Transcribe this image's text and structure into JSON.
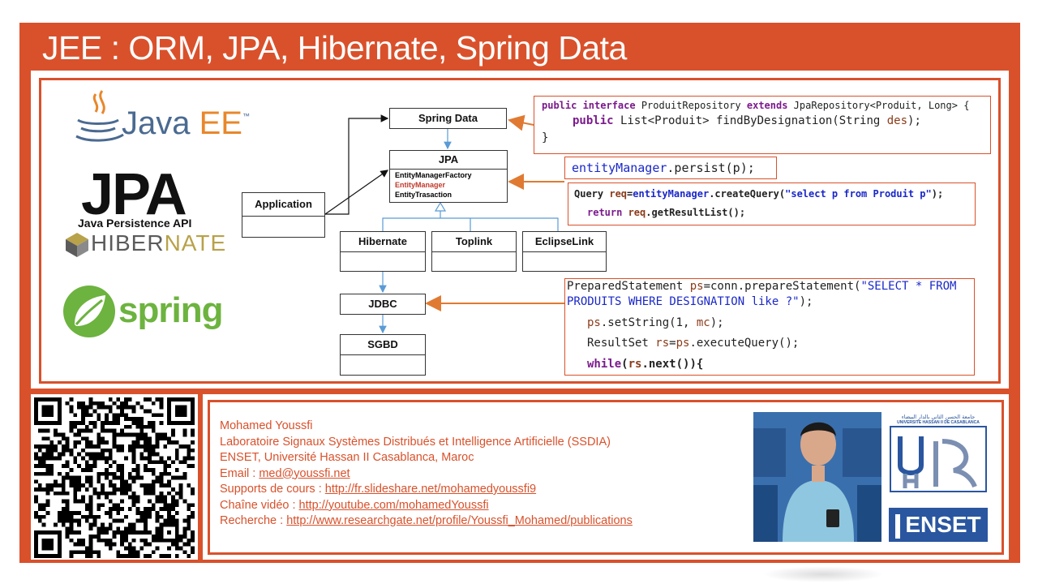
{
  "slide": {
    "title": "JEE : ORM, JPA, Hibernate, Spring Data"
  },
  "logos": {
    "java": {
      "prefix": "Java",
      "suffix": "EE",
      "tm": "™"
    },
    "jpa": {
      "big": "JPA",
      "sub": "Java Persistence API"
    },
    "hibernate": {
      "prefix": "HIBER",
      "suffix": "NATE"
    },
    "spring": {
      "text": "spring"
    }
  },
  "diagram": {
    "application": "Application",
    "spring_data": "Spring Data",
    "jpa": {
      "title": "JPA",
      "items": [
        "EntityManagerFactory",
        "EntityManager",
        "EntityTrasaction"
      ]
    },
    "hibernate": "Hibernate",
    "toplink": "Toplink",
    "eclipselink": "EclipseLink",
    "jdbc": "JDBC",
    "sgbd": "SGBD"
  },
  "code": {
    "repo": {
      "l1_kw1": "public interface",
      "l1_name": " ProduitRepository ",
      "l1_kw2": "extends",
      "l1_rest": " JpaRepository<Produit, Long> {",
      "l2_kw": "public",
      "l2_rest": " List<Produit> findByDesignation(String ",
      "l2_var": "des",
      "l2_end": ");",
      "l3": "}"
    },
    "persist": {
      "obj": "entityManager",
      "rest": ".persist(p);"
    },
    "query": {
      "l1_a": "Query ",
      "l1_var": "req",
      "l1_b": "=",
      "l1_obj": "entityManager",
      "l1_c": ".createQuery(",
      "l1_str": "\"select p from Produit p\"",
      "l1_d": ");",
      "l2_kw": "return",
      "l2_var": " req",
      "l2_rest": ".getResultList();"
    },
    "jdbc": {
      "l1_a": "PreparedStatement ",
      "l1_var": "ps",
      "l1_b": "=conn.prepareStatement(",
      "l1_str": "\"SELECT * FROM",
      "l2_str": "PRODUITS WHERE DESIGNATION like ?\"",
      "l2_end": ");",
      "l3_var": "ps",
      "l3_a": ".setString(1, ",
      "l3_var2": "mc",
      "l3_b": ");",
      "l4_a": "ResultSet ",
      "l4_var": "rs",
      "l4_b": "=",
      "l4_var2": "ps",
      "l4_c": ".executeQuery();",
      "l5_kw": "while",
      "l5_a": "(",
      "l5_var": "rs",
      "l5_b": ".next()){"
    }
  },
  "author": {
    "name": "Mohamed Youssfi",
    "lab": "Laboratoire Signaux Systèmes Distribués et Intelligence Artificielle (SSDIA)",
    "school": "ENSET, Université Hassan II Casablanca, Maroc",
    "email_label": "Email : ",
    "email": "med@youssfi.net",
    "slides_label": "Supports de cours : ",
    "slides_url": "http://fr.slideshare.net/mohamedyoussfi9",
    "video_label": "Chaîne vidéo : ",
    "video_url": "http://youtube.com/mohamedYoussfi",
    "research_label": "Recherche : ",
    "research_url": "http://www.researchgate.net/profile/Youssfi_Mohamed/publications"
  },
  "brand": {
    "univ_arabic": "جامعة الحسن الثاني بالدار البيضاء",
    "univ_name": "UNIVERSITÉ HASSAN II DE CASABLANCA",
    "enset": "ENSET"
  },
  "colors": {
    "accent": "#d9512b",
    "arrow": "#e07a32",
    "link": "#5a9bd5"
  }
}
